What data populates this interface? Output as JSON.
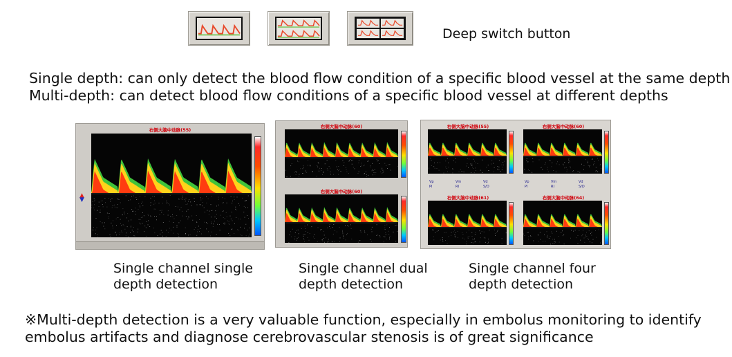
{
  "buttons": [
    {
      "name": "single-depth-button"
    },
    {
      "name": "dual-depth-button"
    },
    {
      "name": "quad-depth-button"
    }
  ],
  "switch_label": "Deep switch button",
  "description": {
    "single": "Single depth: can only detect the blood flow condition of a specific blood vessel at the same depth",
    "multi": "Multi-depth: can detect blood flow conditions of a specific blood vessel at different depths"
  },
  "screens": {
    "title": "右侧大脑中动脉(55)",
    "title_b": "右侧大脑中动脉(60)",
    "title_c": "右侧大脑中动脉(61)",
    "title_d": "右侧大脑中动脉(64)",
    "param_labels": [
      "Vp",
      "Vm",
      "Vd",
      "PI",
      "RI",
      "S/D"
    ],
    "colors": {
      "signal_hi": "#ff3b10",
      "signal_mid": "#ffd21a",
      "signal_low": "#3fc23a",
      "title": "#d0000b"
    }
  },
  "captions": {
    "single": [
      "Single channel single",
      "depth detection"
    ],
    "dual": [
      "Single channel dual",
      "depth detection"
    ],
    "quad": [
      "Single channel four",
      "depth detection"
    ]
  },
  "note": [
    "※Multi-depth detection is a very valuable function, especially in embolus monitoring to identify",
    "embolus artifacts and diagnose cerebrovascular stenosis is of great significance"
  ]
}
